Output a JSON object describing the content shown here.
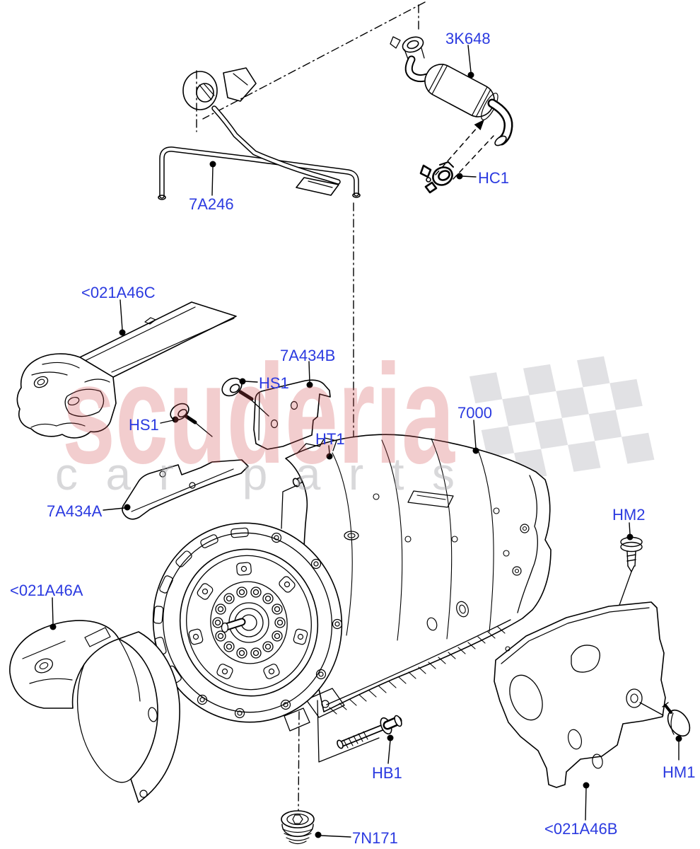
{
  "watermark": {
    "brand": "scuderia",
    "subtitle": "car parts",
    "brand_color": "#d24a4f",
    "subtitle_color": "#a8a8ae",
    "flag_color": "#d7d7db"
  },
  "diagram": {
    "label_color": "#2b3ae0",
    "line_color": "#000000",
    "labels": [
      {
        "text": "3K648"
      },
      {
        "text": "HC1"
      },
      {
        "text": "7A246"
      },
      {
        "text": "<021A46C"
      },
      {
        "text": "7A434B"
      },
      {
        "text": "HS1"
      },
      {
        "text": "HS1"
      },
      {
        "text": "HT1"
      },
      {
        "text": "7000"
      },
      {
        "text": "7A434A"
      },
      {
        "text": "HM2"
      },
      {
        "text": "<021A46A"
      },
      {
        "text": "HB1"
      },
      {
        "text": "HM1"
      },
      {
        "text": "7N171"
      },
      {
        "text": "<021A46B"
      }
    ]
  }
}
